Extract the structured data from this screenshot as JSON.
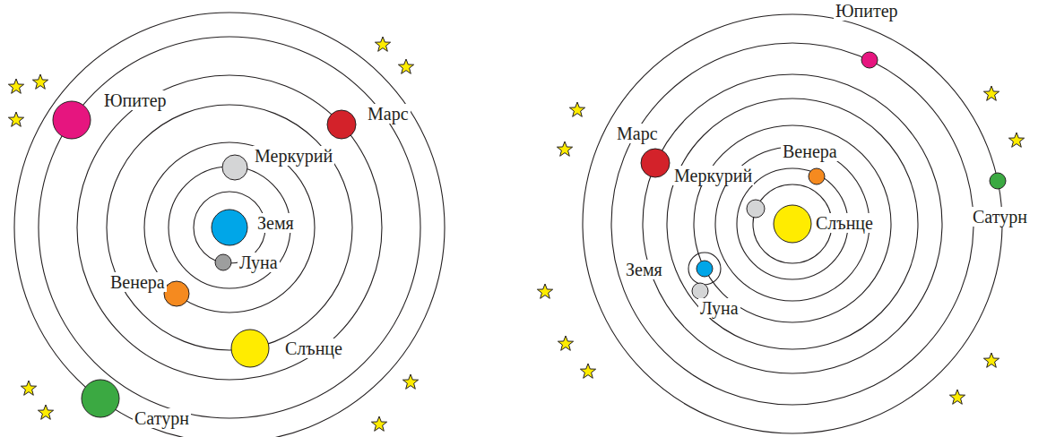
{
  "diagram": {
    "labels": [
      "Юпитер",
      "Марс",
      "Меркурий",
      "Земя",
      "Луна",
      "Венера",
      "Слънце",
      "Сатурн",
      "Юпитер",
      "Марс",
      "Венера",
      "Меркурий",
      "Слънце",
      "Земя",
      "Луна",
      "Сатурн"
    ]
  }
}
